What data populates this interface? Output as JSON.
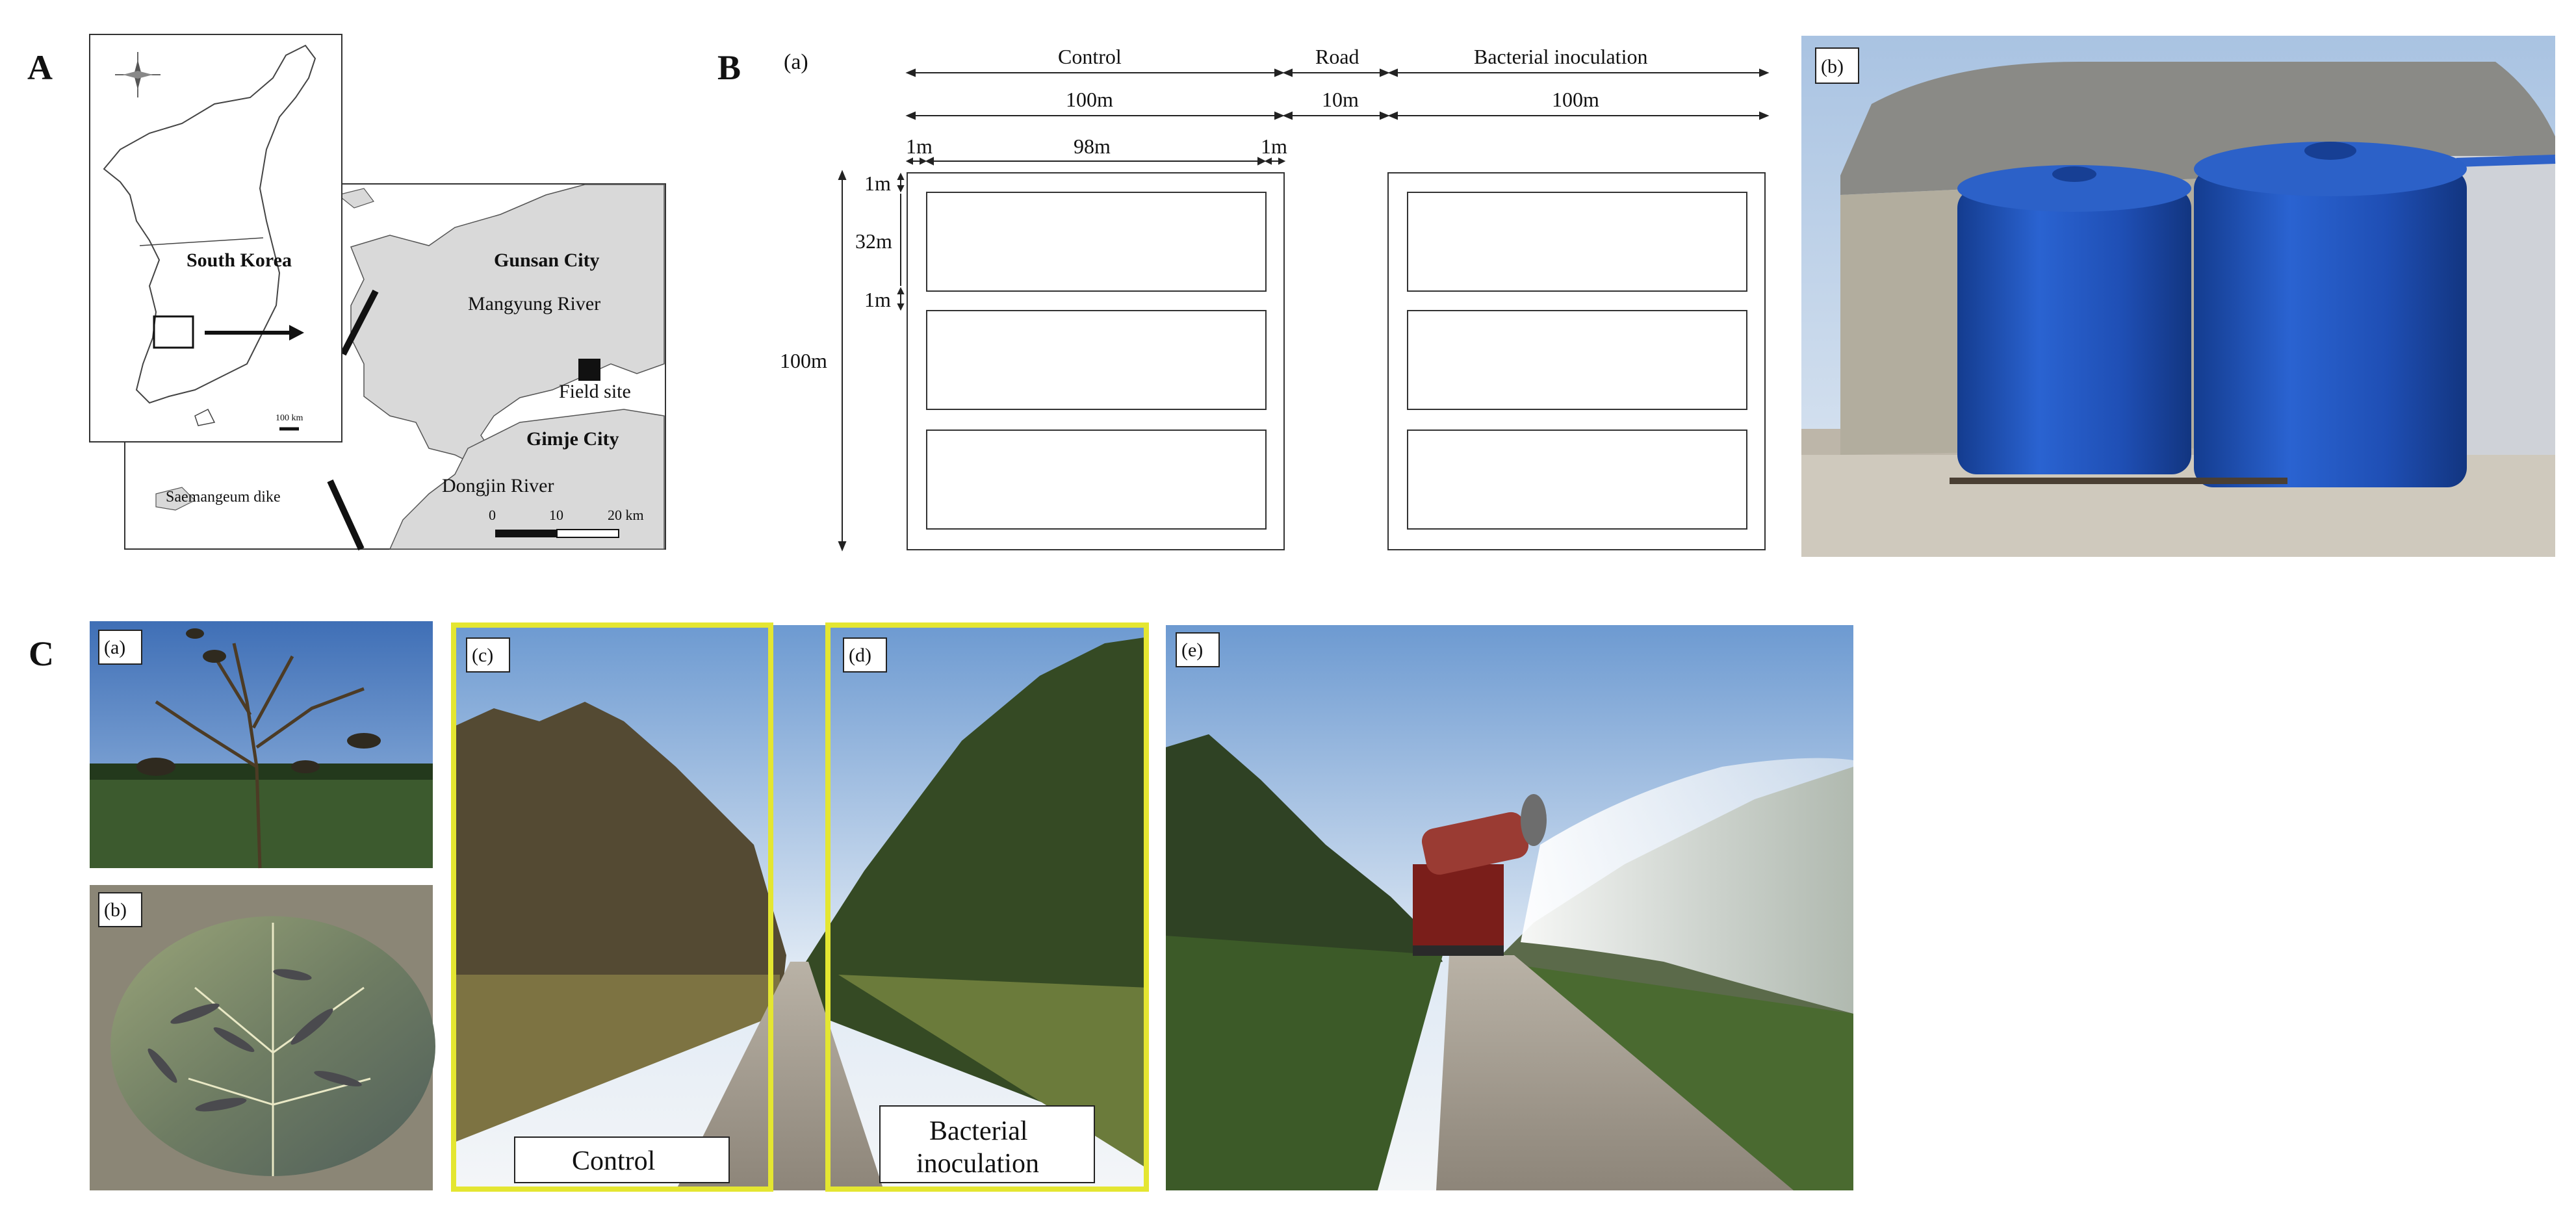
{
  "panels": {
    "A": "A",
    "B": "B",
    "C": "C"
  },
  "panelA": {
    "country": "South Korea",
    "scale_small": "100 km",
    "gunsan": "Gunsan City",
    "mangyung": "Mangyung River",
    "field_site": "Field site",
    "gimje": "Gimje City",
    "dongjin": "Dongjin River",
    "saemangeum": "Saemangeum dike",
    "scale_0": "0",
    "scale_10": "10",
    "scale_20": "20 km"
  },
  "panelB": {
    "sub_a": "(a)",
    "sub_b": "(b)",
    "control": "Control",
    "road": "Road",
    "bacterial": "Bacterial inoculation",
    "w_control": "100m",
    "w_road": "10m",
    "w_bact": "100m",
    "margin_left": "1m",
    "inner": "98m",
    "margin_right": "1m",
    "top_margin": "1m",
    "plot_height": "32m",
    "gap": "1m",
    "total_height": "100m"
  },
  "panelC": {
    "sub_a": "(a)",
    "sub_b": "(b)",
    "sub_c": "(c)",
    "sub_d": "(d)",
    "sub_e": "(e)",
    "control_label": "Control",
    "bact_line1": "Bacterial",
    "bact_line2": "inoculation"
  },
  "colors": {
    "map_land": "#d9d9d9",
    "tank_blue": "#1f4fb5",
    "highlight_yellow": "#e4e631"
  }
}
